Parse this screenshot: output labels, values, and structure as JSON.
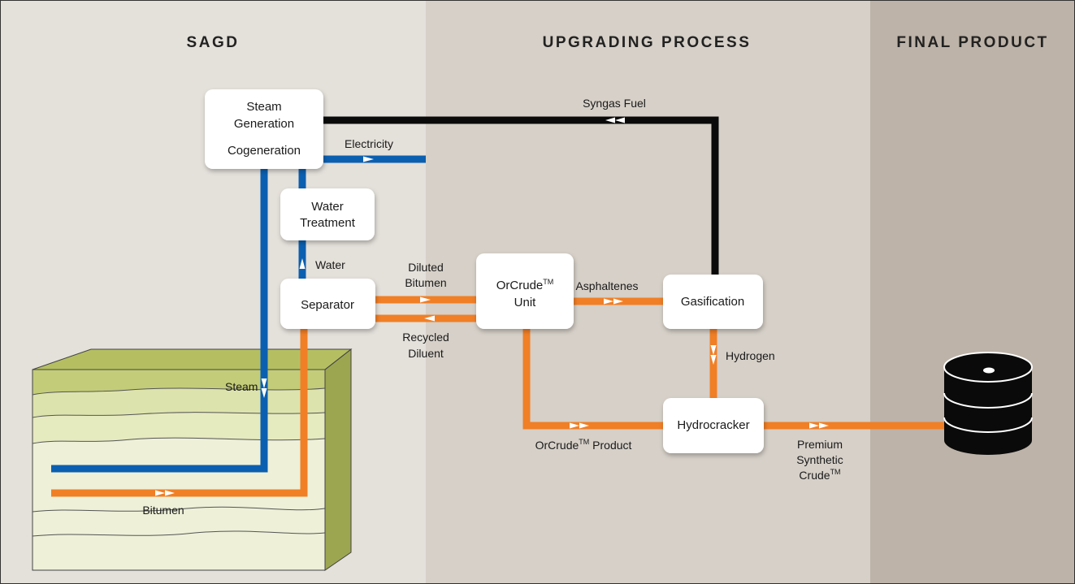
{
  "sections": {
    "sagd": "SAGD",
    "upgrading": "UPGRADING PROCESS",
    "final": "FINAL PRODUCT"
  },
  "boxes": {
    "steam_gen_line1": "Steam",
    "steam_gen_line2": "Generation",
    "cogeneration": "Cogeneration",
    "water_treatment_line1": "Water",
    "water_treatment_line2": "Treatment",
    "separator": "Separator",
    "orcrude_line1": "OrCrude",
    "orcrude_tm": "TM",
    "orcrude_line2": "Unit",
    "gasification": "Gasification",
    "hydrocracker": "Hydrocracker"
  },
  "flows": {
    "syngas_fuel": "Syngas Fuel",
    "electricity": "Electricity",
    "water": "Water",
    "diluted_bitumen_line1": "Diluted",
    "diluted_bitumen_line2": "Bitumen",
    "recycled_diluent_line1": "Recycled",
    "recycled_diluent_line2": "Diluent",
    "asphaltenes": "Asphaltenes",
    "hydrogen": "Hydrogen",
    "steam": "Steam",
    "bitumen": "Bitumen",
    "orcrude_product_a": "OrCrude",
    "orcrude_product_tm": "TM",
    "orcrude_product_b": " Product",
    "premium_line1": "Premium",
    "premium_line2": "Synthetic",
    "premium_line3": "Crude",
    "premium_tm": "TM"
  },
  "colors": {
    "sagd_bg": "#e4e0da",
    "upgrading_bg": "#d6d0c8",
    "final_bg": "#bdb3a8",
    "blue": "#0b5fb0",
    "orange": "#f07f26",
    "black": "#0a0a0a",
    "ground_light": "#eef0d8",
    "ground_mid": "#dfe4b4",
    "ground_dark": "#b5bf62"
  },
  "icons": {
    "barrel": "oil-barrel-icon",
    "ground": "ground-strata-icon"
  }
}
